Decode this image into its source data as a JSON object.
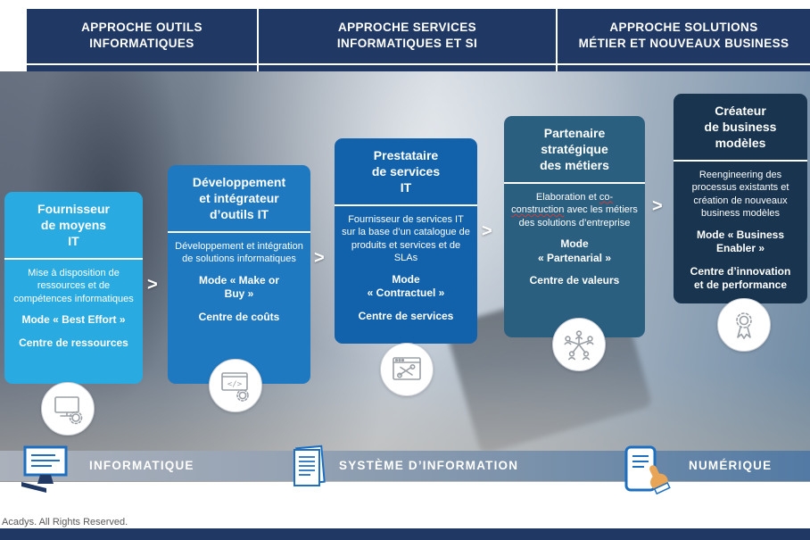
{
  "palette": {
    "header_navy": "#203864",
    "card1": "#29abe2",
    "card2": "#1e79c0",
    "card3": "#1262ab",
    "card4": "#2b5f80",
    "card5": "#18344e",
    "band_gradient_left": "#abb1bb",
    "band_gradient_right": "#527aa4",
    "accent_blue": "#1e6fbf",
    "hand_orange": "#e8a558"
  },
  "header": {
    "columns": [
      {
        "label": "APPROCHE OUTILS\nINFORMATIQUES"
      },
      {
        "label": "APPROCHE SERVICES\nINFORMATIQUES ET SI"
      },
      {
        "label": "APPROCHE SOLUTIONS\nMÉTIER ET NOUVEAUX BUSINESS"
      }
    ]
  },
  "cards": [
    {
      "title": "Fournisseur\nde moyens\nIT",
      "body": "Mise à disposition de ressources et de compétences informatiques",
      "mode": "Mode « Best Effort »",
      "centre": "Centre de ressources",
      "color": "#29abe2",
      "icon": "monitor-gear-icon"
    },
    {
      "title": "Développement\net intégrateur\nd’outils IT",
      "body": "Développement et intégration de solutions informatiques",
      "mode": "Mode « Make or\nBuy »",
      "centre": "Centre de coûts",
      "color": "#1e79c0",
      "icon": "code-gear-icon"
    },
    {
      "title": "Prestataire\nde services\nIT",
      "body": "Fournisseur de services IT sur la base d’un catalogue de produits et services et de SLAs",
      "mode": "Mode\n« Contractuel »",
      "centre": "Centre de services",
      "color": "#1262ab",
      "icon": "tools-window-icon"
    },
    {
      "title": "Partenaire\nstratégique\ndes métiers",
      "body_part1": "Elaboration et ",
      "body_highlight": "co-construction",
      "body_part2": " avec les métiers des solutions d’entreprise",
      "mode": "Mode\n« Partenarial »",
      "centre": "Centre de valeurs",
      "color": "#2b5f80",
      "icon": "people-network-icon"
    },
    {
      "title": "Créateur\nde business\nmodèles",
      "body": "Reengineering des processus existants et création de nouveaux business modèles",
      "mode": "Mode « Business\nEnabler »",
      "centre": "Centre d’innovation\net de performance",
      "color": "#18344e",
      "icon": "ribbon-gear-icon"
    }
  ],
  "arrow": {
    "label": ">"
  },
  "footer_band": {
    "items": [
      {
        "label": "INFORMATIQUE",
        "icon": "monitor-icon"
      },
      {
        "label": "SYSTÈME D’INFORMATION",
        "icon": "documents-icon"
      },
      {
        "label": "NUMÉRIQUE",
        "icon": "smartphone-hand-icon"
      }
    ]
  },
  "copyright": "Acadys. All Rights Reserved."
}
